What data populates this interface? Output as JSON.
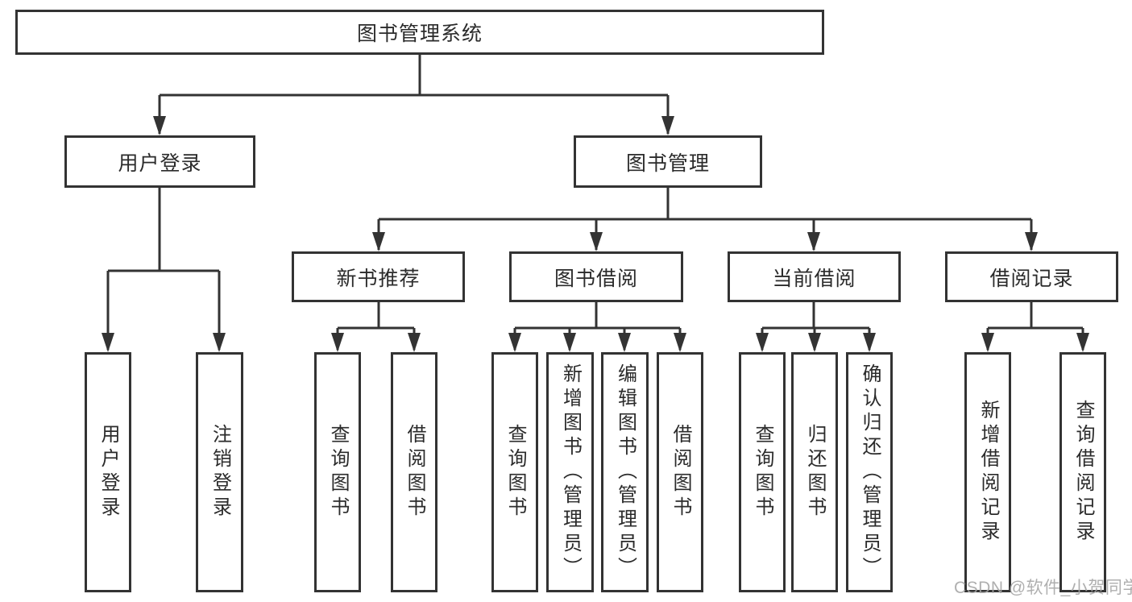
{
  "tree": {
    "root": {
      "label": "图书管理系统"
    },
    "children": [
      {
        "label": "用户登录",
        "children": [
          {
            "label": "用户登录"
          },
          {
            "label": "注销登录"
          }
        ]
      },
      {
        "label": "图书管理",
        "children": [
          {
            "label": "新书推荐",
            "children": [
              {
                "label": "查询图书"
              },
              {
                "label": "借阅图书"
              }
            ]
          },
          {
            "label": "图书借阅",
            "children": [
              {
                "label": "查询图书"
              },
              {
                "label": "新增图书（管理员）"
              },
              {
                "label": "编辑图书（管理员）"
              },
              {
                "label": "借阅图书"
              }
            ]
          },
          {
            "label": "当前借阅",
            "children": [
              {
                "label": "查询图书"
              },
              {
                "label": "归还图书"
              },
              {
                "label": "确认归还（管理员）"
              }
            ]
          },
          {
            "label": "借阅记录",
            "children": [
              {
                "label": "新增借阅记录"
              },
              {
                "label": "查询借阅记录"
              }
            ]
          }
        ]
      }
    ]
  },
  "watermark": {
    "text": "CSDN @软件_小贺同学"
  },
  "colors": {
    "line": "#333333",
    "box_background": "#ffffff",
    "label_text": "#2b2b2b",
    "watermark_text": "#a5a5a5"
  }
}
